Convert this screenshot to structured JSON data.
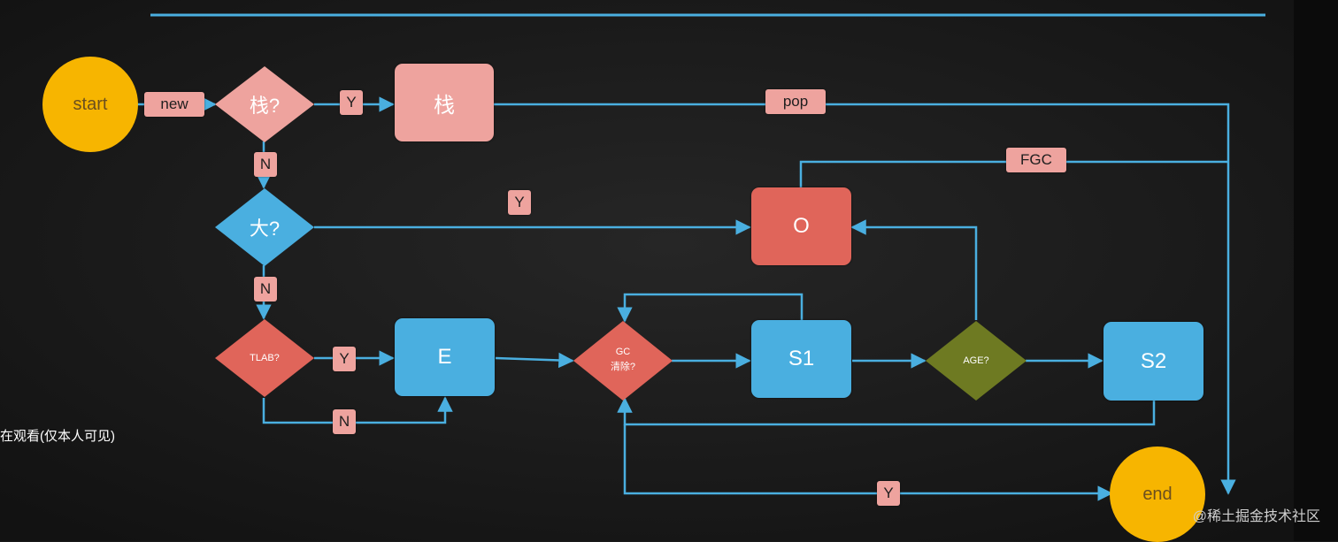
{
  "nodes": {
    "start": "start",
    "end": "end",
    "stack_decision": "栈?",
    "stack": "栈",
    "big_decision": "大?",
    "tlab_decision": "TLAB?",
    "eden": "E",
    "gc_decision_line1": "GC",
    "gc_decision_line2": "清除?",
    "old": "O",
    "s1": "S1",
    "age_decision": "AGE?",
    "s2": "S2"
  },
  "edge_labels": {
    "new": "new",
    "stack_yes": "Y",
    "stack_no": "N",
    "pop": "pop",
    "big_yes": "Y",
    "big_no": "N",
    "tlab_yes": "Y",
    "tlab_no": "N",
    "fgc": "FGC",
    "gc_yes": "Y"
  },
  "side_note": "在观看(仅本人可见)",
  "watermark": "@稀土掘金技术社区",
  "colors": {
    "line": "#4aafe0",
    "start_end": "#f7b500",
    "stack": "#eea39e",
    "decision_red": "#e0655a",
    "decision_blue": "#4aafe0",
    "decision_olive": "#6e7a22",
    "box_blue": "#4aafe0",
    "box_red": "#e0655a",
    "label_bg": "#eea39e"
  }
}
